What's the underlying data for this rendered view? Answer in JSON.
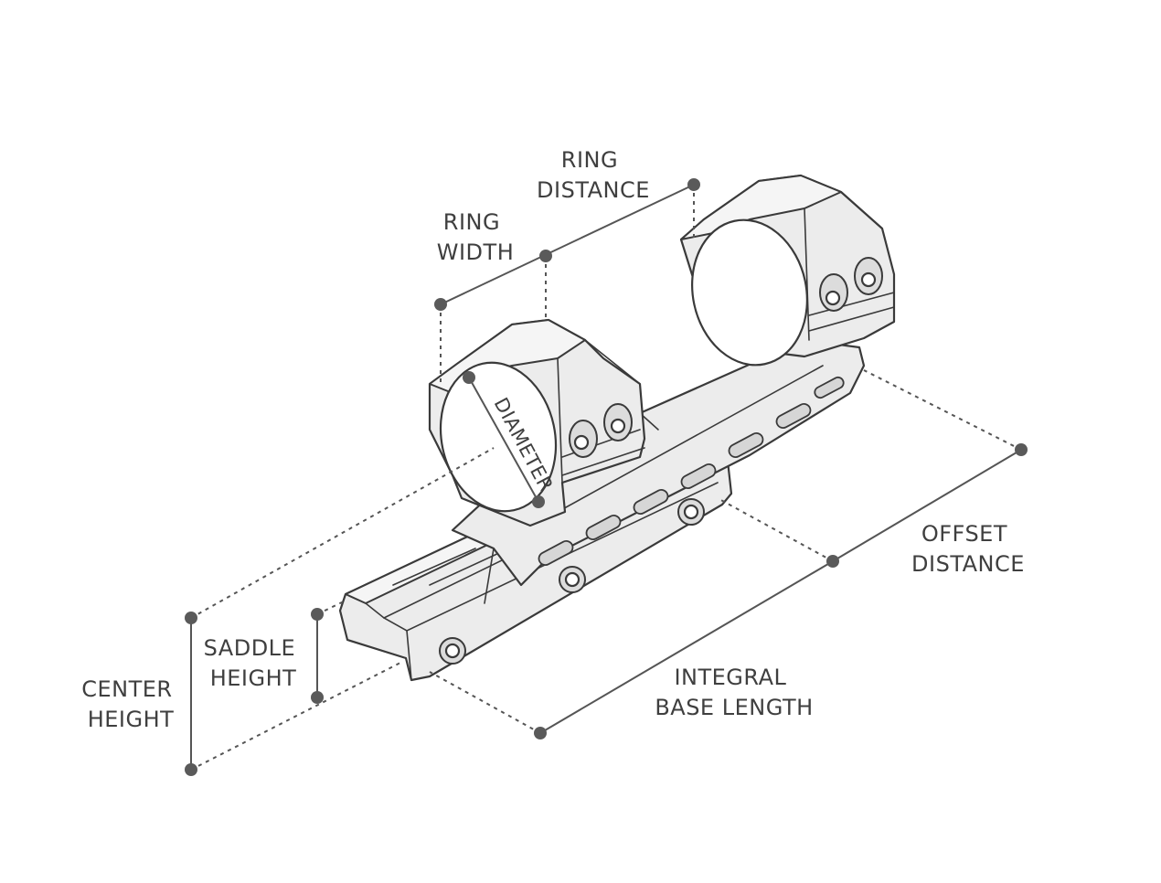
{
  "labels": {
    "ring_distance": [
      "RING",
      "DISTANCE"
    ],
    "ring_width": [
      "RING",
      "WIDTH"
    ],
    "diameter": "DIAMETER",
    "offset_distance": [
      "OFFSET",
      "DISTANCE"
    ],
    "saddle_height": [
      "SADDLE",
      "HEIGHT"
    ],
    "center_height": [
      "CENTER",
      "HEIGHT"
    ],
    "integral_base_length": [
      "INTEGRAL",
      "BASE LENGTH"
    ]
  },
  "colors": {
    "line": "#3a3a3a",
    "dimension": "#555555",
    "text": "#3f3f3f",
    "fill": "#ececec"
  }
}
